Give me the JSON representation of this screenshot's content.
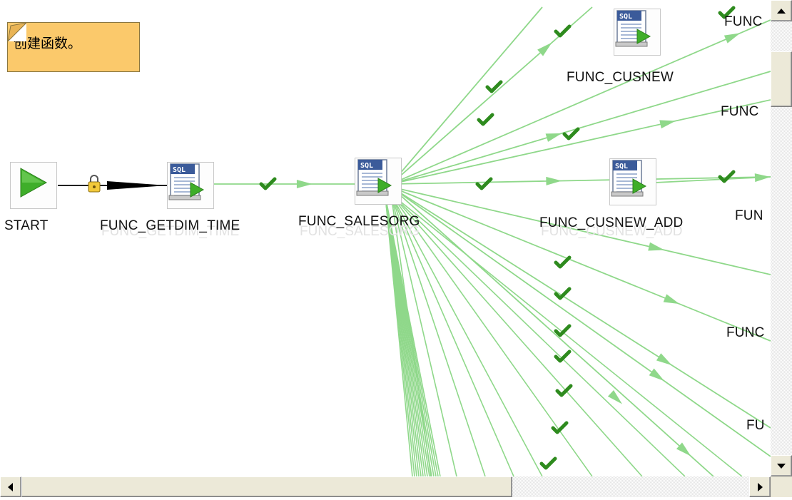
{
  "note": {
    "text": "创建函数。"
  },
  "nodes": {
    "start": "START",
    "getdim": "FUNC_GETDIM_TIME",
    "salesorg": "FUNC_SALESORG",
    "cusnew": "FUNC_CUSNEW",
    "cusnew_add": "FUNC_CUSNEW_ADD",
    "partial_top": "FUNC",
    "partial_mid": "FUNC",
    "partial_right": "FUN",
    "partial_lower": "FUNC",
    "partial_bottom": "FU"
  },
  "icons": {
    "sql_label": "SQL"
  },
  "colors": {
    "hop": "#8fd88a",
    "check": "#2e8b1e",
    "note": "#fbc96b",
    "start": "#3fae2a"
  },
  "scrollbars": {
    "vertical_icon_up": "arrow-up-icon",
    "vertical_icon_down": "arrow-down-icon",
    "horizontal_icon_left": "arrow-left-icon",
    "horizontal_icon_right": "arrow-right-icon"
  }
}
